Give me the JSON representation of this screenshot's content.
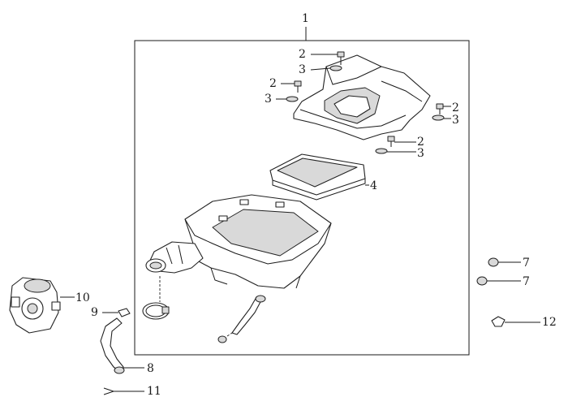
{
  "callouts": {
    "c1": "1",
    "c2a": "2",
    "c3a": "3",
    "c2b": "2",
    "c3b": "3",
    "c2c": "2",
    "c3c": "3",
    "c2d": "2",
    "c3d": "3",
    "c4": "4",
    "c7a": "7",
    "c7b": "7",
    "c8": "8",
    "c9": "9",
    "c10": "10",
    "c11": "11",
    "c12": "12"
  }
}
